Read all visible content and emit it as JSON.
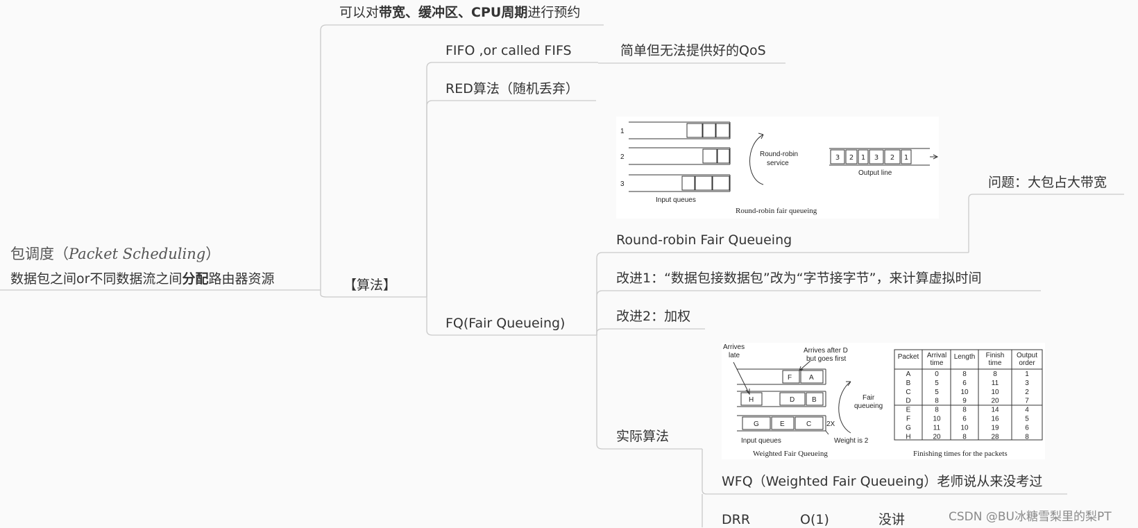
{
  "root": {
    "title_prefix": "包调度（",
    "title_italic": "Packet Scheduling",
    "title_suffix": "）",
    "subtitle_pre": "数据包之间or不同数据流之间",
    "subtitle_bold": "分配",
    "subtitle_post": "路由器资源"
  },
  "reserve": {
    "pre": "可以对",
    "bold": "带宽、缓冲区、CPU周期",
    "post": "进行预约"
  },
  "algo": {
    "label": "【算法】"
  },
  "fifo": {
    "label": "FIFO ,or called FIFS",
    "note": "简单但无法提供好的QoS"
  },
  "red": {
    "label": "RED算法（随机丢弃）"
  },
  "fq": {
    "label": "FQ(Fair Queueing)"
  },
  "rr": {
    "label": "Round-robin Fair Queueing",
    "problem": "问题：大包占大带宽"
  },
  "improve1": {
    "label": "改进1：“数据包接数据包”改为“字节接字节”，来计算虚拟时间"
  },
  "improve2": {
    "label": "改进2：加权"
  },
  "actual": {
    "label": "实际算法"
  },
  "wfq": {
    "label": "WFQ（Weighted Fair Queueing）老师说从来没考过"
  },
  "drr": {
    "name": "DRR",
    "complexity": "O(1)",
    "note": "没讲"
  },
  "fig_rr": {
    "queue_nums": [
      "1",
      "2",
      "3"
    ],
    "input_label": "Input queues",
    "service_label_1": "Round-robin",
    "service_label_2": "service",
    "output_cells": [
      "3",
      "2",
      "1",
      "3",
      "2",
      "1"
    ],
    "output_label": "Output line",
    "caption": "Round-robin fair queueing"
  },
  "fig_wfq": {
    "arrives_late_1": "Arrives",
    "arrives_late_2": "late",
    "arrives_after_1": "Arrives after D",
    "arrives_after_2": "but goes first",
    "q1": [
      "F",
      "A"
    ],
    "q2": [
      "H",
      "D",
      "B"
    ],
    "q3": [
      "G",
      "E",
      "C"
    ],
    "fair_1": "Fair",
    "fair_2": "queueing",
    "two_x": "2X",
    "input_label": "Input queues",
    "weight_label": "Weight is 2",
    "caption": "Weighted Fair Queueing",
    "table_caption": "Finishing times for the packets",
    "table_headers": [
      [
        "Packet"
      ],
      [
        "Arrival",
        "time"
      ],
      [
        "Length"
      ],
      [
        "Finish",
        "time"
      ],
      [
        "Output",
        "order"
      ]
    ],
    "table_rows": [
      [
        "A",
        "0",
        "8",
        "8",
        "1"
      ],
      [
        "B",
        "5",
        "6",
        "11",
        "3"
      ],
      [
        "C",
        "5",
        "10",
        "10",
        "2"
      ],
      [
        "D",
        "8",
        "9",
        "20",
        "7"
      ],
      [
        "E",
        "8",
        "8",
        "14",
        "4"
      ],
      [
        "F",
        "10",
        "6",
        "16",
        "5"
      ],
      [
        "G",
        "11",
        "10",
        "19",
        "6"
      ],
      [
        "H",
        "20",
        "8",
        "28",
        "8"
      ]
    ]
  },
  "watermark": "CSDN @BU冰糖雪梨里的梨PT",
  "colors": {
    "line": "#c9c9c9",
    "text": "#333333",
    "figure_bg": "#ffffff"
  }
}
